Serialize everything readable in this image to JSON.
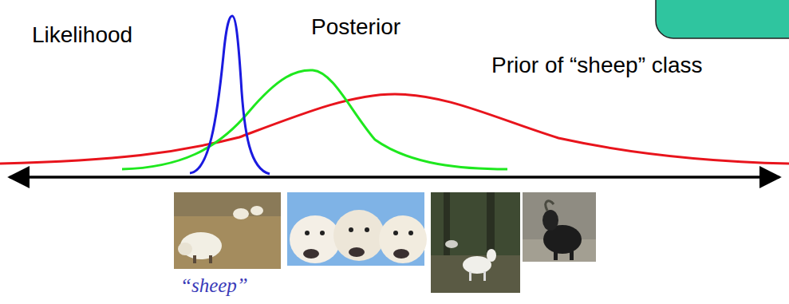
{
  "diagram": {
    "labels": [
      "Likelihood",
      "Posterior",
      "Prior of “sheep” class",
      "“sheep”"
    ]
  }
}
